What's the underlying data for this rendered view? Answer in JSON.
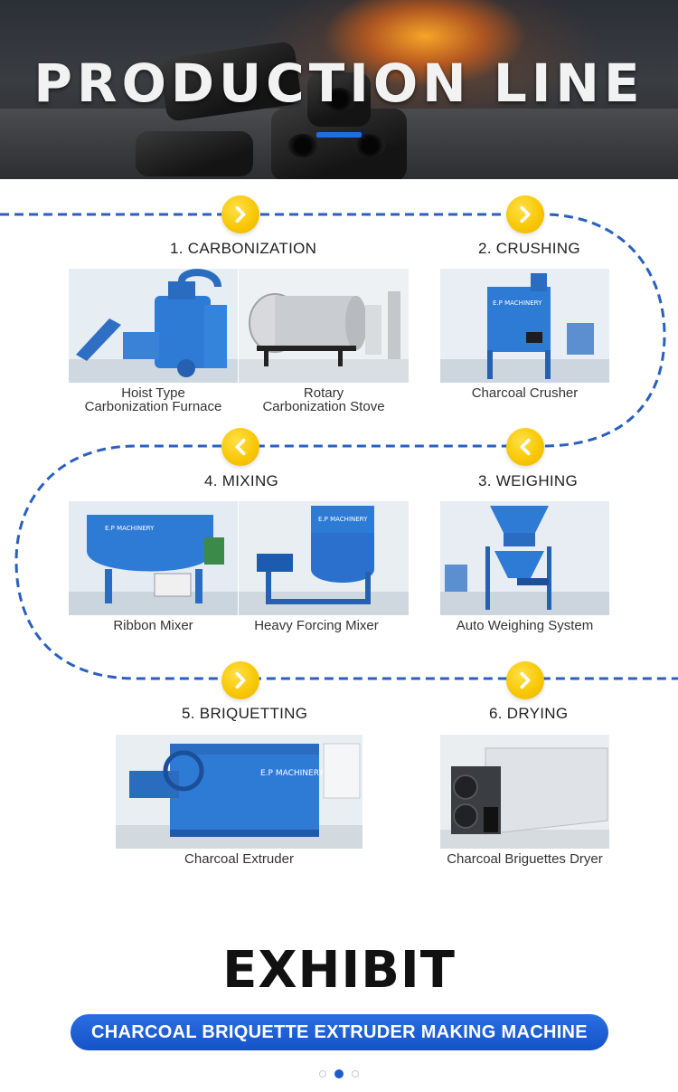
{
  "banner": {
    "title": "PRODUCTION LINE"
  },
  "steps": [
    {
      "title": "1. CARBONIZATION",
      "machines": [
        "Hoist Type\nCarbonization Furnace",
        "Rotary\nCarbonization Stove"
      ]
    },
    {
      "title": "2. CRUSHING",
      "machines": [
        "Charcoal Crusher"
      ]
    },
    {
      "title": "3. WEIGHING",
      "machines": [
        "Auto Weighing System"
      ]
    },
    {
      "title": "4. MIXING",
      "machines": [
        "Ribbon Mixer",
        "Heavy Forcing Mixer"
      ]
    },
    {
      "title": "5. BRIQUETTING",
      "machines": [
        "Charcoal Extruder"
      ]
    },
    {
      "title": "6. DRYING",
      "machines": [
        "Charcoal Briguettes Dryer"
      ]
    }
  ],
  "brand_label": "E.P MACHINERY",
  "exhibit": {
    "title": "EXHIBIT",
    "subtitle": "CHARCOAL BRIQUETTE EXTRUDER MAKING MACHINE"
  },
  "carousel": {
    "count": 3,
    "active_index": 1
  },
  "colors": {
    "accent_blue": "#1f5bd0",
    "path_blue": "#2a5fbf",
    "arrow_yellow": "#f7c600",
    "machine_blue": "#2e7bd6"
  },
  "icons": {
    "next": "chevron-right-icon",
    "prev": "chevron-left-icon"
  }
}
